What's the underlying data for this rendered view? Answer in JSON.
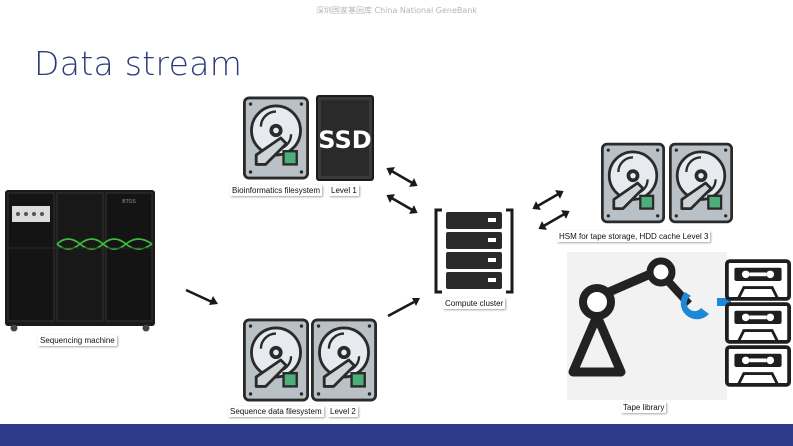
{
  "header": {
    "text": "深圳国家基因库 China National GeneBank"
  },
  "title": "Data stream",
  "labels": {
    "bioinformatics_fs": "Bioinformatics filesystem",
    "level1": "Level 1",
    "sequence_fs": "Sequence data filesystem",
    "level2": "Level 2",
    "sequencing_machine": "Sequencing machine",
    "compute_cluster": "Compute cluster",
    "hsm": "HSM for tape storage, HDD cache Level 3",
    "tape_library": "Tape library",
    "ssd": "SSD",
    "machine_brand": "BTOS"
  },
  "colors": {
    "title": "#2d3a78",
    "footer": "#2d3a8c",
    "robot_accent": "#1e88d8",
    "hdd_green": "#4caf7a"
  }
}
